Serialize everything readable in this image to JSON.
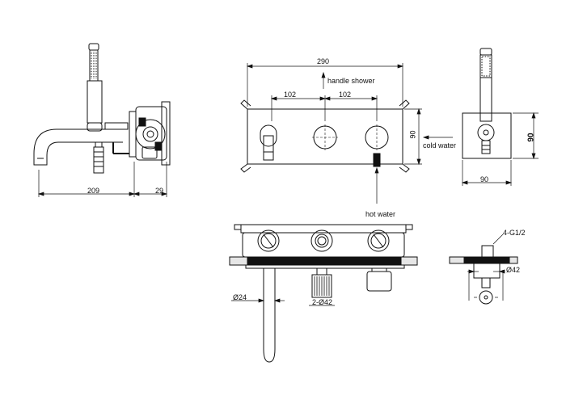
{
  "labels": {
    "side_width": "209",
    "side_depth": "29",
    "front_width": "290",
    "spacing_left": "102",
    "spacing_right": "102",
    "front_height": "90",
    "handle_shower": "handle shower",
    "cold_water": "cold water",
    "hot_water": "hot water",
    "right_height": "90",
    "right_width": "90",
    "diameter_24": "Ø24",
    "diameter_2x42": "2-Ø42",
    "thread": "4-G1/2",
    "diameter_42": "Ø42"
  }
}
